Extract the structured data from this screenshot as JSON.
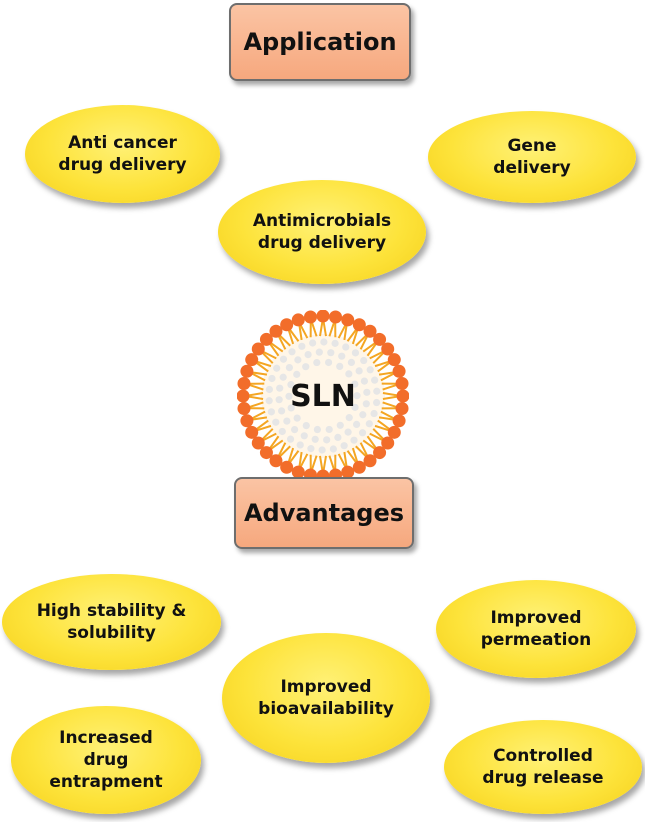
{
  "application": {
    "title": "Application",
    "items": [
      "Anti cancer\ndrug delivery",
      "Gene\ndelivery",
      "Antimicrobials\ndrug delivery"
    ]
  },
  "center": {
    "label": "SLN"
  },
  "advantages": {
    "title": "Advantages",
    "items": [
      "High stability &\nsolubility",
      "Improved\npermeation",
      "Improved\nbioavailability",
      "Increased\ndrug\nentrapment",
      "Controlled\ndrug release"
    ]
  },
  "colors": {
    "box_fill": "#f6a87e",
    "oval_fill": "#fde33a",
    "head_group": "#f26d2a",
    "tail": "#f4a623",
    "core_dot": "#e6e6e6"
  }
}
